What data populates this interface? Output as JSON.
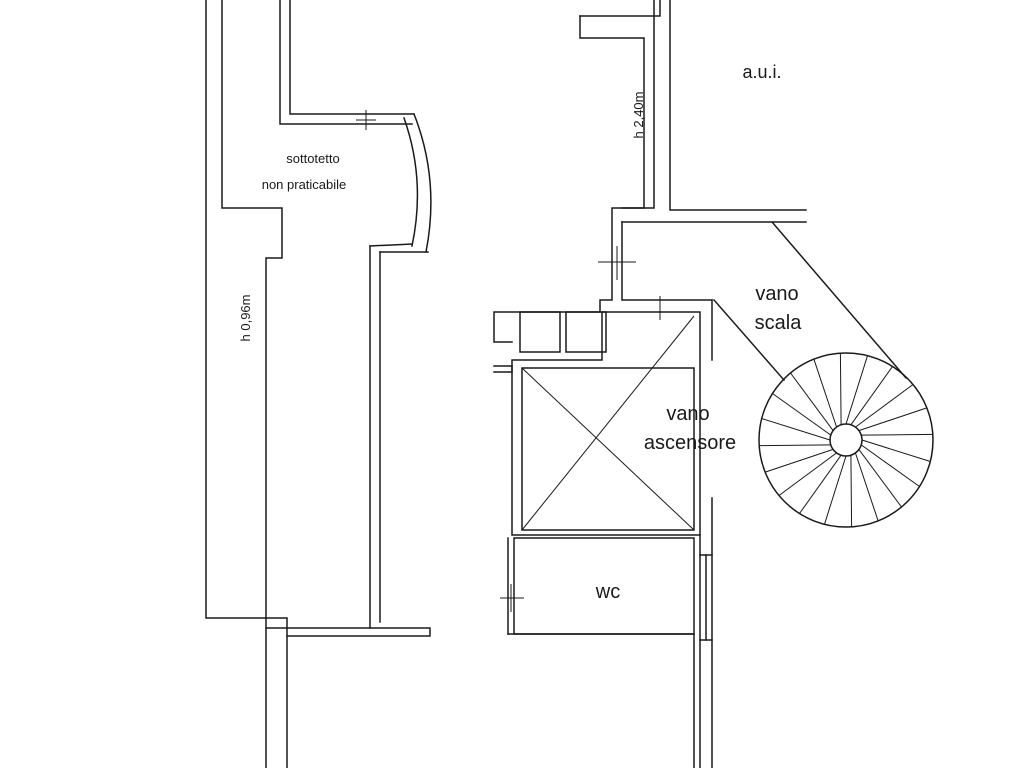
{
  "diagram": {
    "type": "floor-plan",
    "stroke_color": "#1a1a1a",
    "background_color": "#ffffff",
    "rooms": {
      "attic_line1": "sottotetto",
      "attic_line2": "non praticabile",
      "aui": "a.u.i.",
      "stair_line1": "vano",
      "stair_line2": "scala",
      "elevator_line1": "vano",
      "elevator_line2": "ascensore",
      "wc": "wc"
    },
    "heights": {
      "attic": "h 0,96m",
      "aui": "h 2,40m"
    }
  }
}
